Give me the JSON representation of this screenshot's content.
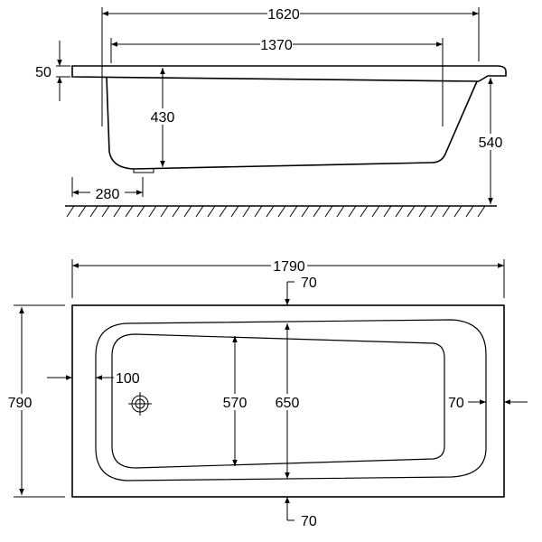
{
  "side_view": {
    "overall_length": "1620",
    "inner_length": "1370",
    "rim_thickness": "50",
    "inner_depth": "430",
    "total_height": "540",
    "drain_offset": "280"
  },
  "plan_view": {
    "outer_length": "1790",
    "outer_width": "790",
    "top_rim": "70",
    "bottom_rim": "70",
    "left_rim": "100",
    "right_rim": "70",
    "inner_width": "570",
    "mid_width": "650"
  }
}
